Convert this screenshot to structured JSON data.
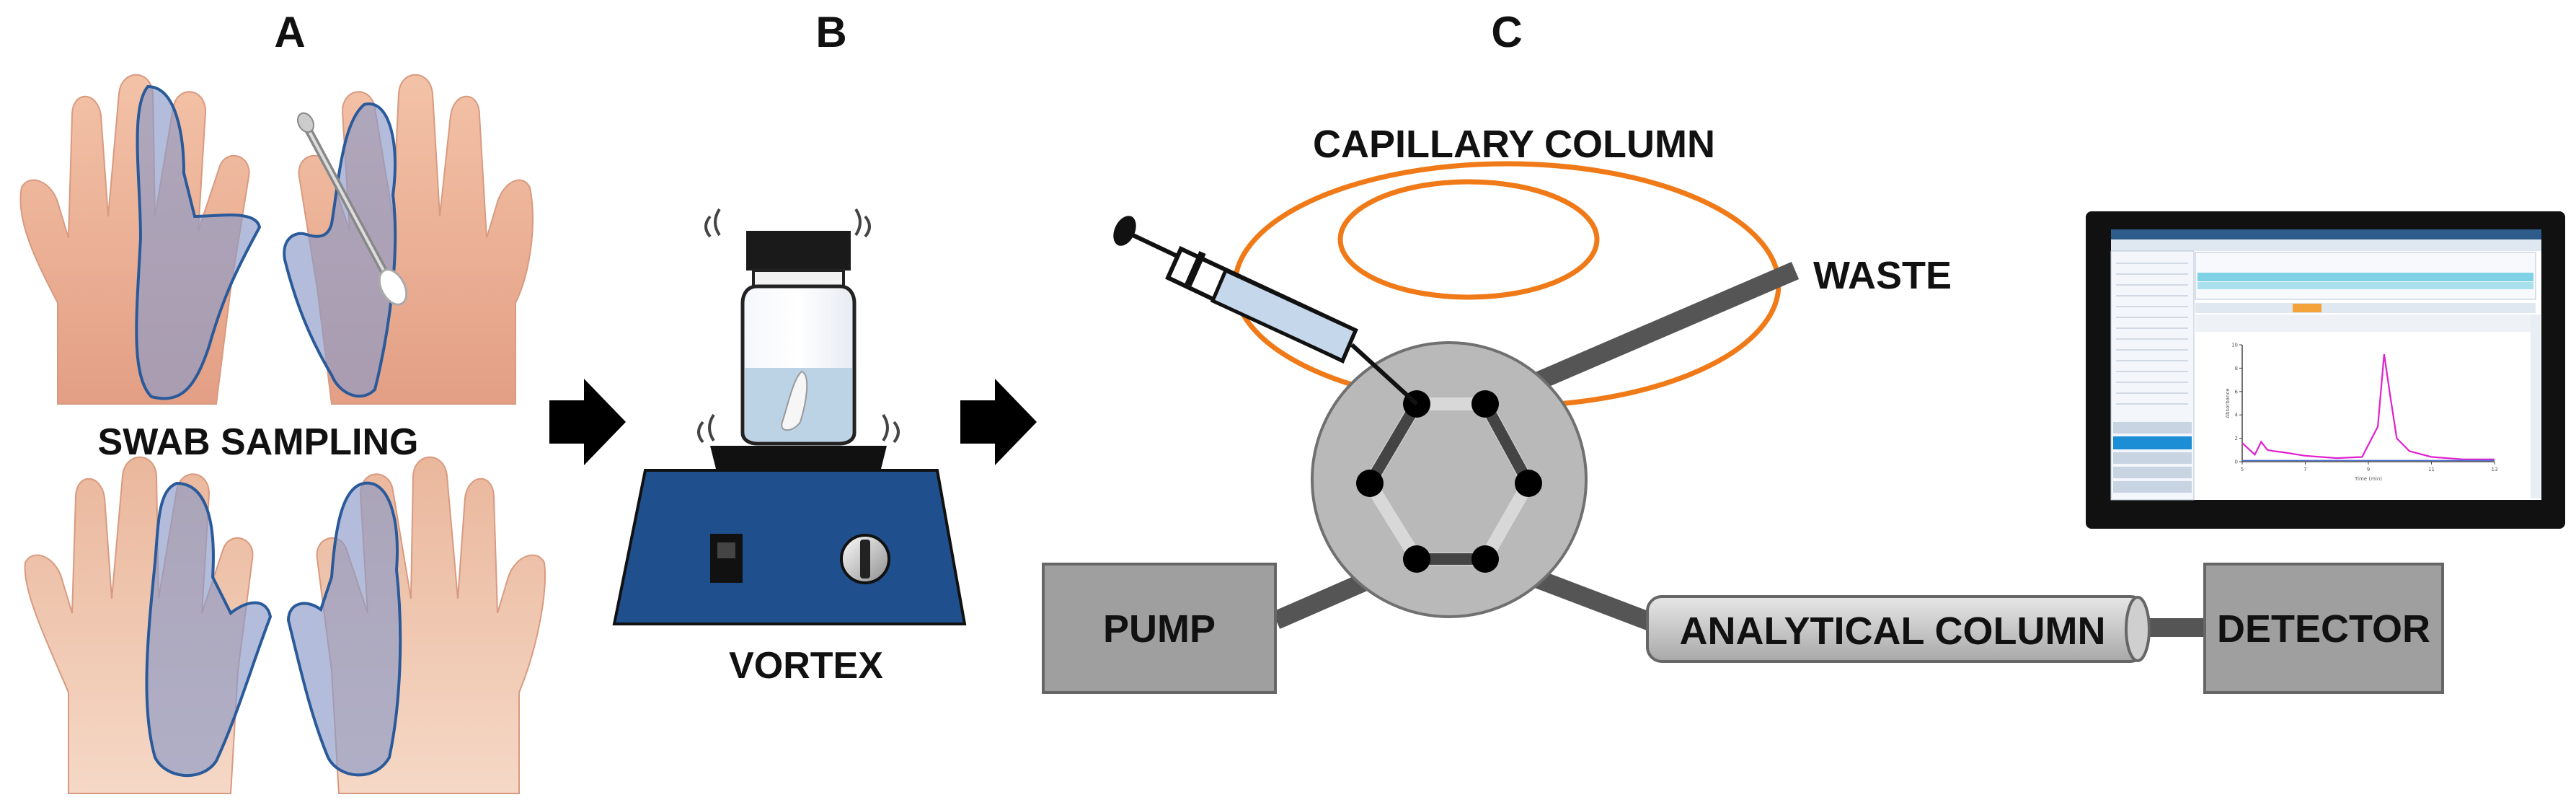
{
  "panels": {
    "a": {
      "letter": "A",
      "caption": "SWAB SAMPLING"
    },
    "b": {
      "letter": "B",
      "caption": "VORTEX"
    },
    "c": {
      "letter": "C",
      "capillary_label": "CAPILLARY COLUMN",
      "waste_label": "WASTE",
      "pump_label": "PUMP",
      "analytical_label": "ANALYTICAL COLUMN",
      "detector_label": "DETECTOR"
    }
  },
  "monitor": {
    "chart_data": {
      "type": "line",
      "title": "",
      "xlabel": "Time (min)",
      "ylabel": "Absorbance",
      "xlim": [
        5,
        13
      ],
      "ylim": [
        0,
        10
      ],
      "x_ticks": [
        "5",
        "7",
        "9",
        "11",
        "13"
      ],
      "y_ticks": [
        "0",
        "2",
        "4",
        "6",
        "8",
        "10"
      ],
      "series": [
        {
          "color": "#e020d0",
          "x": [
            5.0,
            5.4,
            5.6,
            5.8,
            6.0,
            6.3,
            7.0,
            8.0,
            8.8,
            9.3,
            9.5,
            9.7,
            9.9,
            10.3,
            11.0,
            12.0,
            13.0
          ],
          "y": [
            1.6,
            0.6,
            1.7,
            1.0,
            0.9,
            0.8,
            0.5,
            0.3,
            0.4,
            3.0,
            9.2,
            5.5,
            2.0,
            0.9,
            0.4,
            0.2,
            0.2
          ]
        },
        {
          "color": "#4a6fd0",
          "x": [
            5.0,
            13.0
          ],
          "y": [
            0.1,
            0.1
          ]
        }
      ]
    }
  }
}
